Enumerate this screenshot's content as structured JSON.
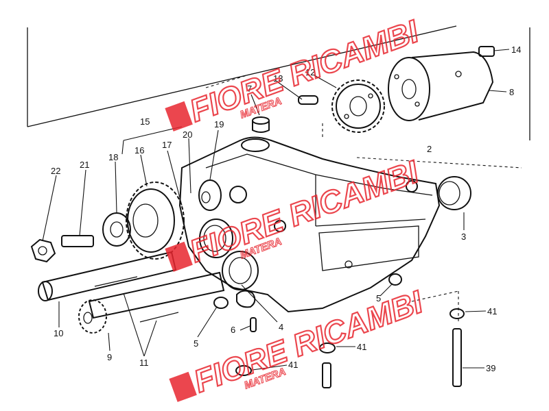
{
  "watermark": {
    "brand": "FIORE RICAMBI",
    "sub": "MATERA",
    "color": "#e8262f"
  },
  "callouts": [
    {
      "id": "c-14",
      "text": "14"
    },
    {
      "id": "c-13",
      "text": "13"
    },
    {
      "id": "c-12",
      "text": "12"
    },
    {
      "id": "c-7",
      "text": "7"
    },
    {
      "id": "c-8",
      "text": "8"
    },
    {
      "id": "c-15",
      "text": "15"
    },
    {
      "id": "c-19",
      "text": "19"
    },
    {
      "id": "c-20",
      "text": "20"
    },
    {
      "id": "c-17",
      "text": "17"
    },
    {
      "id": "c-16",
      "text": "16"
    },
    {
      "id": "c-18",
      "text": "18"
    },
    {
      "id": "c-21",
      "text": "21"
    },
    {
      "id": "c-22",
      "text": "22"
    },
    {
      "id": "c-2",
      "text": "2"
    },
    {
      "id": "c-3",
      "text": "3"
    },
    {
      "id": "c-10",
      "text": "10"
    },
    {
      "id": "c-9",
      "text": "9"
    },
    {
      "id": "c-11",
      "text": "11"
    },
    {
      "id": "c-5a",
      "text": "5"
    },
    {
      "id": "c-6",
      "text": "6"
    },
    {
      "id": "c-4",
      "text": "4"
    },
    {
      "id": "c-5b",
      "text": "5"
    },
    {
      "id": "c-41a",
      "text": "41"
    },
    {
      "id": "c-41b",
      "text": "41"
    },
    {
      "id": "c-41c",
      "text": "41"
    },
    {
      "id": "c-39",
      "text": "39"
    }
  ]
}
